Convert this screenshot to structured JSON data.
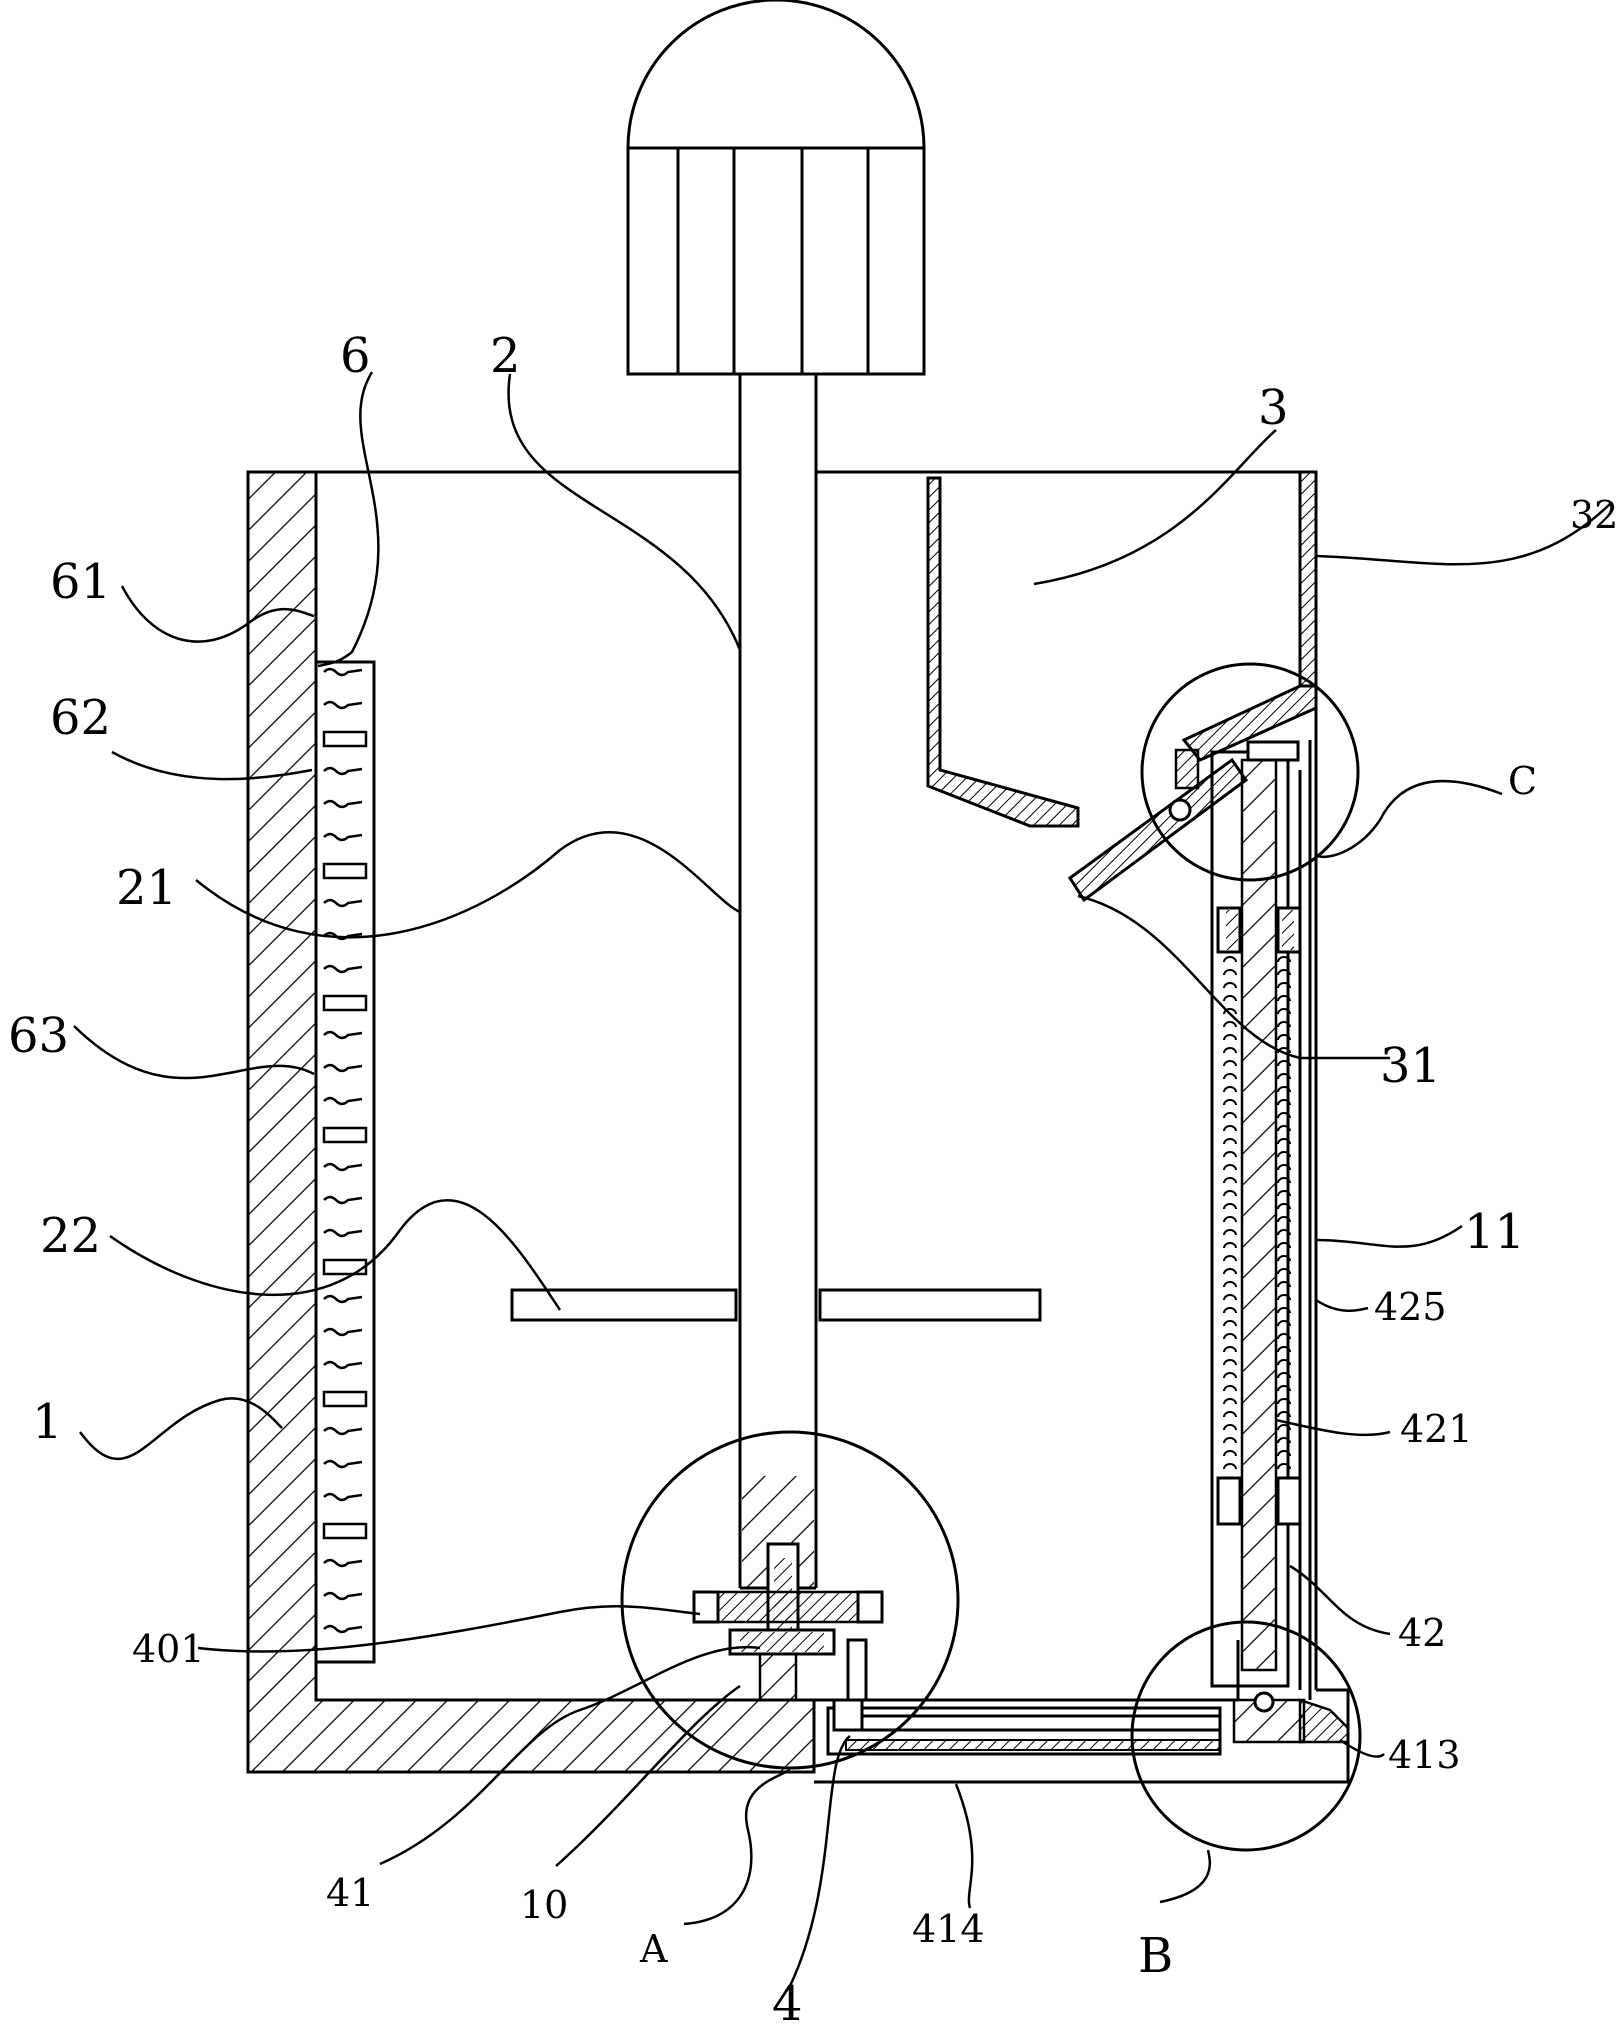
{
  "labels": {
    "l6": "6",
    "l2": "2",
    "l3": "3",
    "l32": "32",
    "l61": "61",
    "l62": "62",
    "lC": "C",
    "l21": "21",
    "l63": "63",
    "l31": "31",
    "l22": "22",
    "l11": "11",
    "l425": "425",
    "l1": "1",
    "l421": "421",
    "l42": "42",
    "l401": "401",
    "l413": "413",
    "l41": "41",
    "l10": "10",
    "l414": "414",
    "lA": "A",
    "lB": "B",
    "l4": "4"
  }
}
